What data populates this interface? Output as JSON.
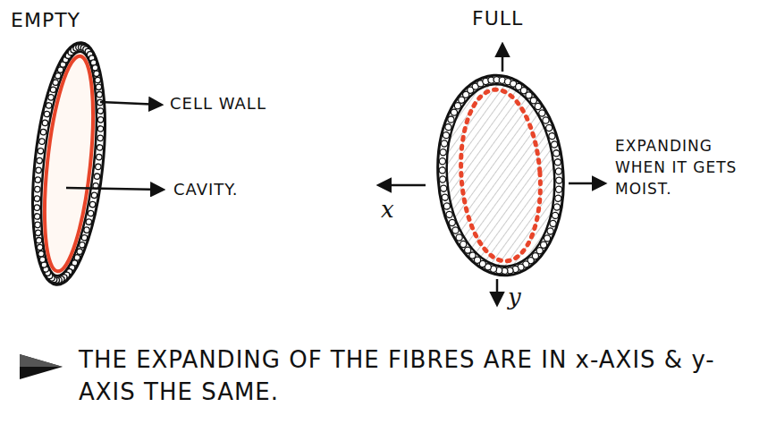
{
  "diagram": {
    "caption": "THE EXPANDING OF THE FIBRES ARE IN x-AXIS & y-AXIS THE SAME.",
    "labels": [
      "EMPTY",
      "CELL WALL",
      "CAVITY.",
      "FULL",
      "x",
      "EXPANDING WHEN IT GETS MOIST.",
      "y"
    ]
  }
}
